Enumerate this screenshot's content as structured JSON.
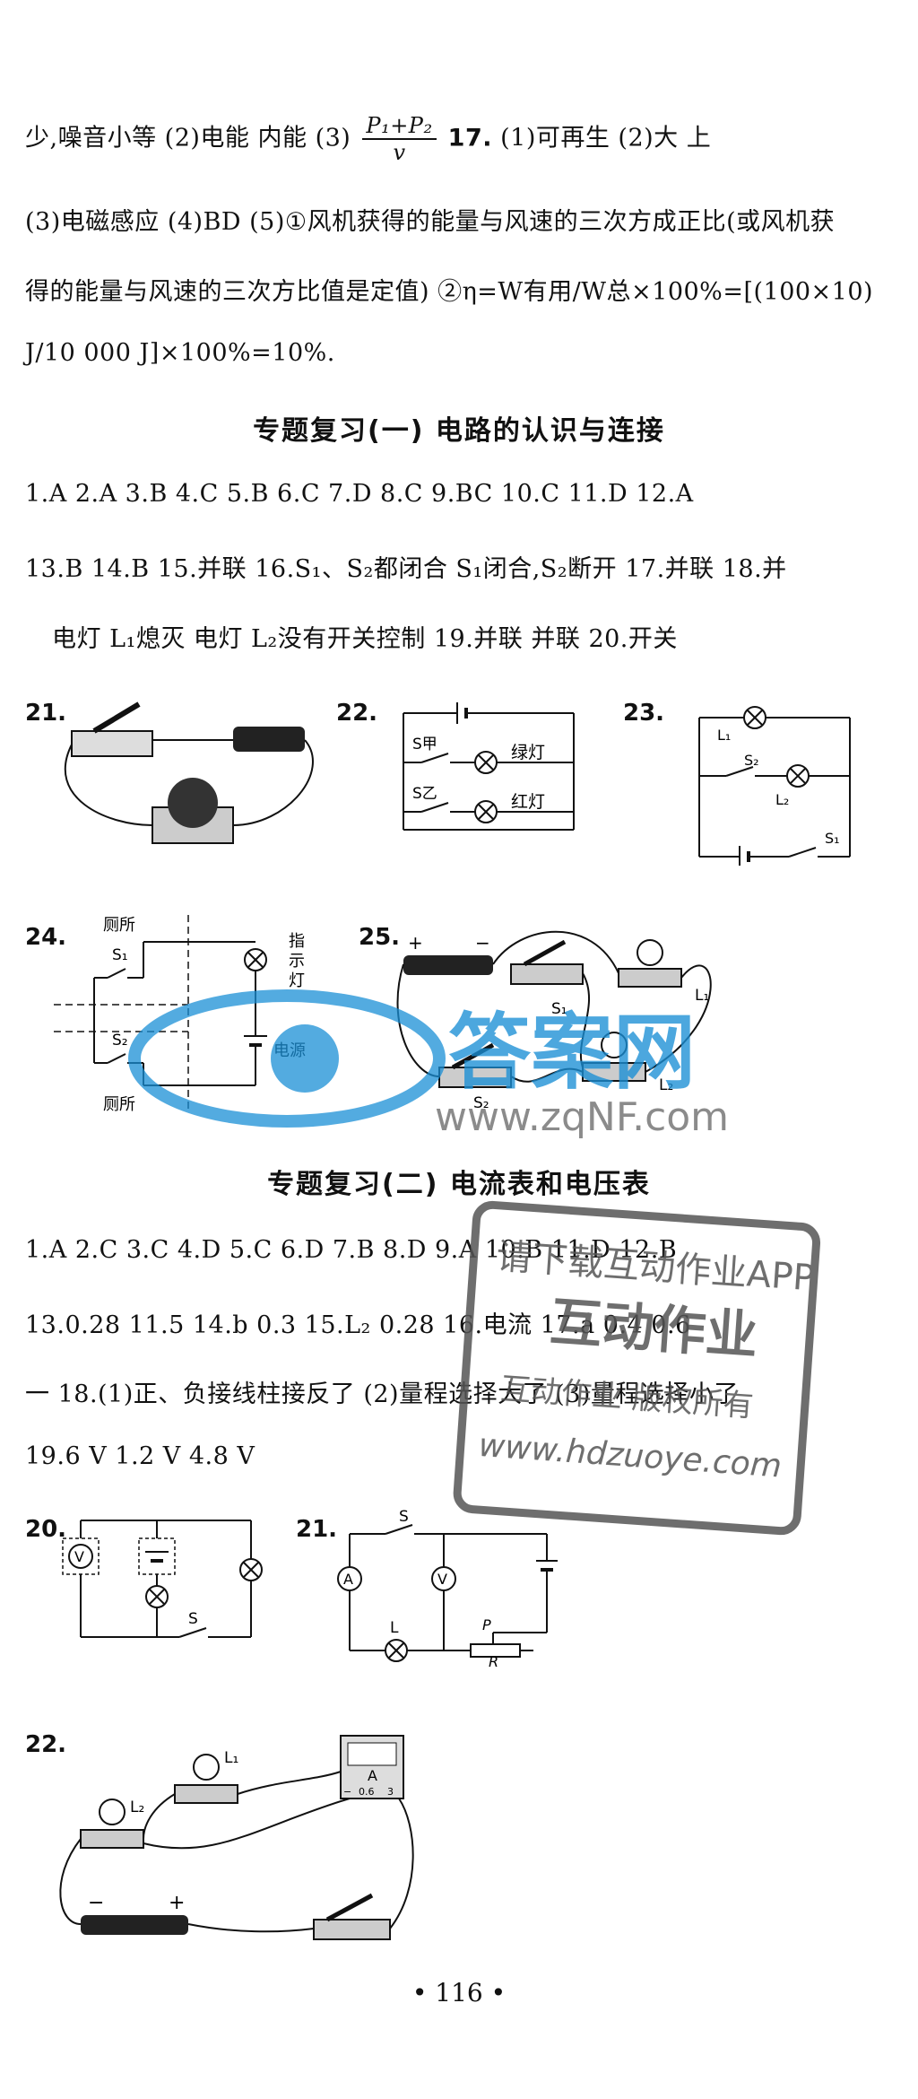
{
  "top_answers": {
    "line1_a": "少,噪音小等 (2)电能 内能 (3)",
    "frac_num": "P₁+P₂",
    "frac_den": "v",
    "line1_b_num": "17.",
    "line1_b": "(1)可再生 (2)大 上",
    "line2": "(3)电磁感应 (4)BD (5)①风机获得的能量与风速的三次方成正比(或风机获",
    "line3": "得的能量与风速的三次方比值是定值) ②η=W有用/W总×100%=[(100×10)",
    "line4": "J/10 000 J]×100%=10%."
  },
  "section1": {
    "title": "专题复习(一) 电路的认识与连接",
    "row1": "1.A 2.A 3.B 4.C 5.B 6.C 7.D 8.C 9.BC 10.C 11.D 12.A",
    "row2": "13.B 14.B 15.并联 16.S₁、S₂都闭合 S₁闭合,S₂断开 17.并联 18.并",
    "row3": "电灯 L₁熄灭 电灯 L₂没有开关控制 19.并联 并联 20.开关",
    "q21": "21.",
    "q22": "22.",
    "q22_labels": [
      "S甲",
      "S乙",
      "绿灯",
      "红灯"
    ],
    "q23": "23.",
    "q23_labels": [
      "L₁",
      "S₂",
      "L₂",
      "S₁"
    ],
    "q24": "24.",
    "q24_labels": [
      "厕所",
      "S₁",
      "指示灯",
      "S₂",
      "厕所",
      "电源"
    ],
    "q25": "25.",
    "q25_labels": [
      "+",
      "−",
      "L₁",
      "S₁",
      "S₂",
      "L₂"
    ]
  },
  "section2": {
    "title": "专题复习(二) 电流表和电压表",
    "row1": "1.A 2.C 3.C 4.D 5.C 6.D 7.B 8.D 9.A 10.B 11.D 12.B",
    "row2": "13.0.28 11.5 14.b 0.3 15.L₂ 0.28 16.电流 17.a 0.4 0.6",
    "row3": "一 18.(1)正、负接线柱接反了 (2)量程选择大了 (3)量程选择小了",
    "row4": "19.6 V 1.2 V 4.8 V",
    "q20": "20.",
    "q20_labels": [
      "V",
      "S"
    ],
    "q21": "21.",
    "q21_labels": [
      "S",
      "A",
      "V",
      "L",
      "P",
      "R"
    ],
    "q22": "22.",
    "q22_labels": [
      "L₁",
      "L₂",
      "A",
      "−",
      "0.6",
      "3",
      "−",
      "+"
    ]
  },
  "watermarks": {
    "site_cn": "答案网",
    "site_url": "www.zqNF.com",
    "stamp_line1": "请下载互动作业APP",
    "stamp_line2": "互动作业",
    "stamp_line3": "互动作业 版权所有",
    "stamp_url": "www.hdzuoye.com"
  },
  "page_number": "• 116 •",
  "colors": {
    "text": "#111111",
    "watermark_blue": "#1a8fd6",
    "stamp_gray": "#555555"
  }
}
